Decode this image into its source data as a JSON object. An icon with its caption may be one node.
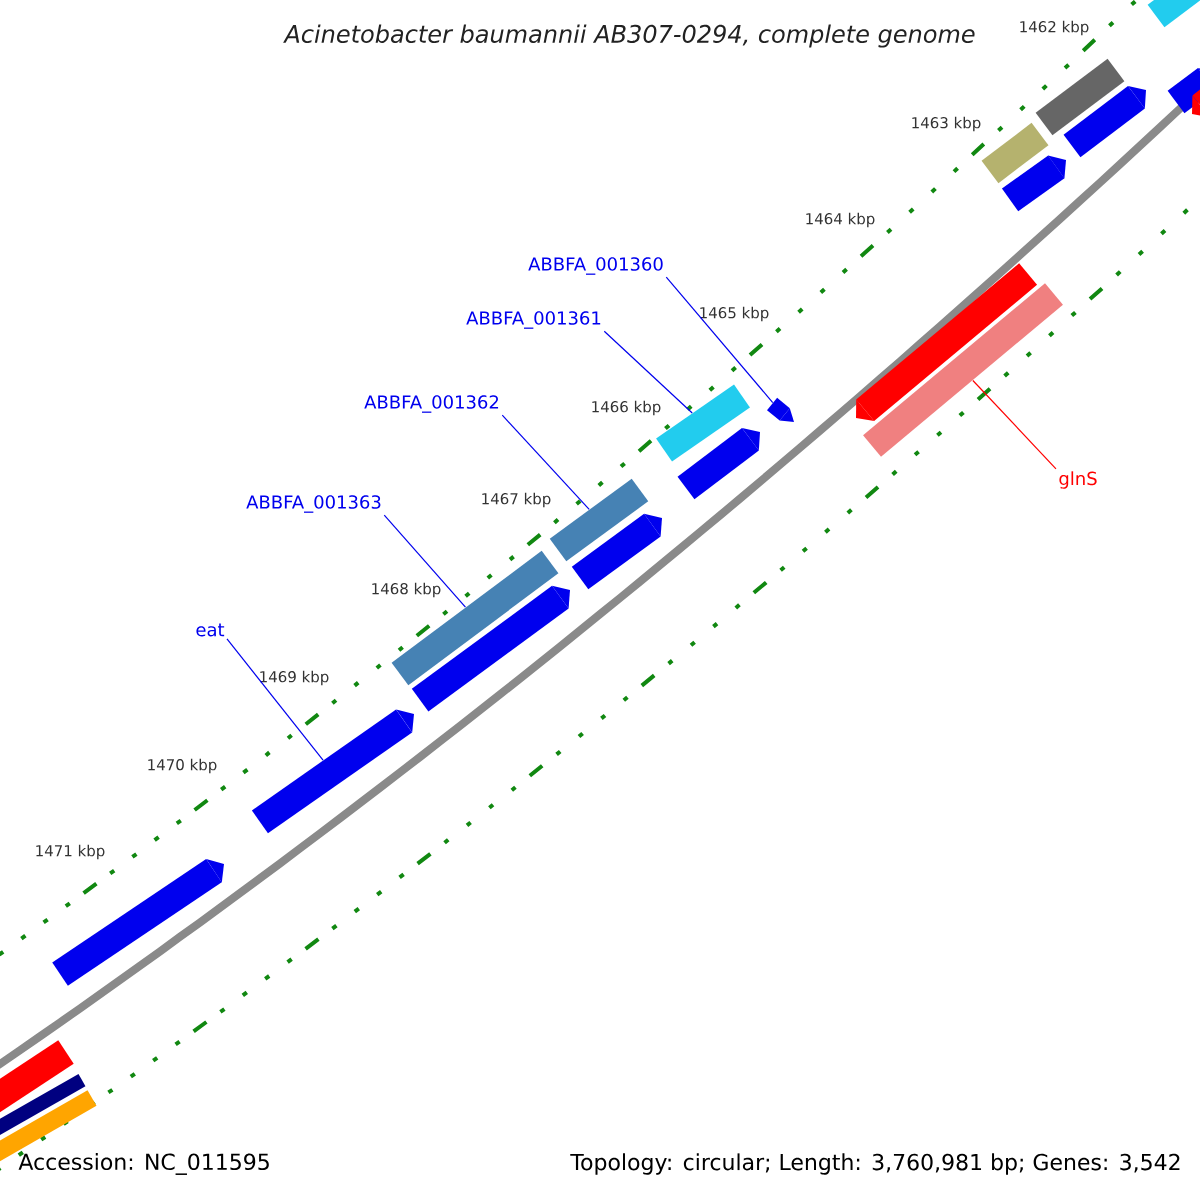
{
  "diagram": {
    "title": "Acinetobacter baumannii AB307-0294, complete genome",
    "nodes": [
      {
        "text": [
          "ABBFA_001360"
        ]
      },
      {
        "text": [
          "ABBFA_001361"
        ]
      },
      {
        "text": [
          "ABBFA_001362"
        ]
      },
      {
        "text": [
          "ABBFA_001363"
        ]
      },
      {
        "text": [
          "eat"
        ]
      },
      {
        "text": [
          "glnS"
        ]
      },
      {
        "text": [],
        "shape": "bar"
      },
      {
        "text": [],
        "shape": "bar"
      },
      {
        "text": [],
        "shape": "bar"
      },
      {
        "text": [],
        "shape": "bar"
      },
      {
        "text": [],
        "shape": "bar"
      },
      {
        "text": [],
        "shape": "bar"
      },
      {
        "text": [],
        "shape": "bar"
      },
      {
        "text": [],
        "shape": "bar"
      },
      {
        "text": [],
        "shape": "bar"
      },
      {
        "text": [],
        "shape": "bar"
      },
      {
        "text": [],
        "shape": "bar"
      },
      {
        "text": [],
        "shape": "bar"
      },
      {
        "text": [],
        "shape": "bar"
      },
      {
        "text": [],
        "shape": "bar"
      },
      {
        "text": [],
        "shape": "bar"
      },
      {
        "text": [],
        "shape": "bar"
      },
      {
        "text": [],
        "shape": "bar"
      },
      {
        "text": [],
        "shape": "bar"
      },
      {
        "text": [],
        "shape": "bar"
      },
      {
        "text": [],
        "shape": "bar"
      },
      {
        "text": [],
        "shape": "bar"
      }
    ],
    "edges": [
      {
        "from": 0,
        "to": 6,
        "arrow": "none"
      },
      {
        "from": 1,
        "to": 7,
        "arrow": "none"
      },
      {
        "from": 2,
        "to": 8,
        "arrow": "none"
      },
      {
        "from": 3,
        "to": 9,
        "arrow": "none"
      },
      {
        "from": 4,
        "to": 10,
        "arrow": "none"
      },
      {
        "from": 5,
        "to": 11,
        "arrow": "none",
        "color": "#ff0000"
      }
    ],
    "labels": [
      "1462 kbp",
      "1463 kbp",
      "1464 kbp",
      "1465 kbp",
      "1466 kbp",
      "1467 kbp",
      "1468 kbp",
      "1469 kbp",
      "1470 kbp",
      "1471 kbp",
      "Accession: NC_011595",
      "Topology: circular; Length: 3,760,981 bp; Genes: 3,542"
    ]
  }
}
